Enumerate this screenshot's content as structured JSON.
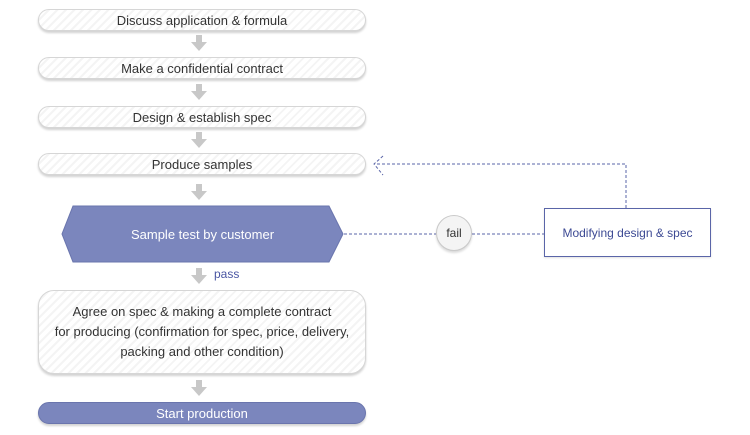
{
  "flow": {
    "steps": [
      "Discuss application & formula",
      "Make a confidential contract",
      "Design & establish spec",
      "Produce samples",
      "Sample test by customer",
      "Agree on spec & making a complete contract\nfor producing (confirmation for spec, price, delivery,\npacking and other condition)",
      "Start production"
    ],
    "pass_label": "pass",
    "fail_label": "fail",
    "modify_label": "Modifying design & spec"
  },
  "icons": {
    "down_arrow": "down-arrow-icon",
    "back_arrow": "arrow-left-open-icon"
  },
  "colors": {
    "accent": "#7b86bd",
    "accent_dark": "#4a56a3",
    "arrow_gray": "#c8c8c8",
    "dash_line": "#5a65a8"
  }
}
